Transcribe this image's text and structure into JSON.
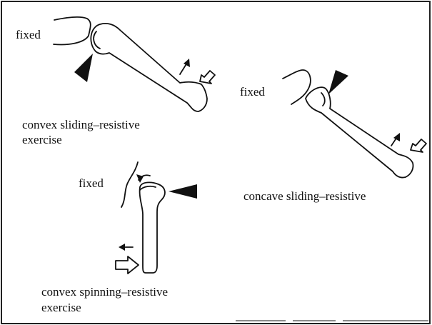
{
  "panels": {
    "convex_sliding": {
      "fixed_label": "fixed",
      "caption_line1": "convex sliding–resistive",
      "caption_line2": "exercise"
    },
    "concave_sliding": {
      "fixed_label": "fixed",
      "caption_line1": "concave sliding–resistive"
    },
    "convex_spinning": {
      "fixed_label": "fixed",
      "caption_line1": "convex spinning–resistive",
      "caption_line2": "exercise"
    }
  },
  "colors": {
    "ink": "#111111",
    "background": "#ffffff"
  }
}
